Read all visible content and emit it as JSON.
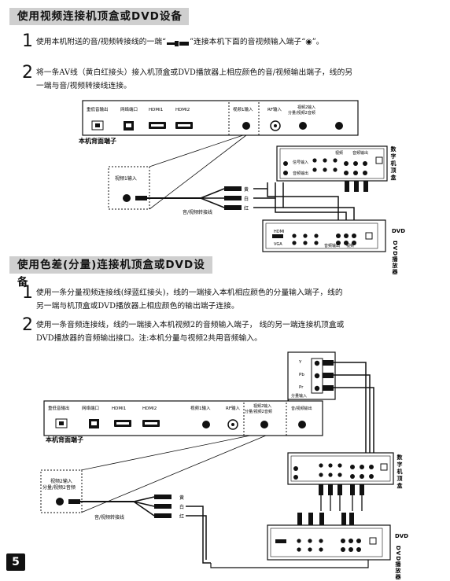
{
  "section1": {
    "title": "使用视频连接机顶盒或DVD设备",
    "step1": {
      "num": "1",
      "text_a": "使用本机附送的音/视频转接线的一端“",
      "text_b": "”连接本机下面的音视频输入端子“◉”。"
    },
    "step2": {
      "num": "2",
      "line1": "将一条AV线（黄白红接头）接入机顶盒或DVD播放器上相应颜色的音/视频输出端子，线的另",
      "line2": "一端与音/视频转接线连接。"
    }
  },
  "diagram1": {
    "panel_labels": [
      "重低音输出",
      "网络端口",
      "HDMI1",
      "HDMI2",
      "视频1输入",
      "RF输入",
      "视频2输入",
      "分量/视频2音频"
    ],
    "back_label": "本机背面端子",
    "zoom_label": "视频1输入",
    "cable_label": "音/视频转接线",
    "colors": [
      "黄",
      "白",
      "红"
    ],
    "stb": {
      "name": "数字机顶盒",
      "labels": [
        "视频",
        "音频输出",
        "信号输入",
        "音频输出"
      ]
    },
    "dvd": {
      "name": "DVD播放器",
      "labels": [
        "HDMI",
        "VGA",
        "视频",
        "音频输出"
      ]
    }
  },
  "section2": {
    "title": "使用色差(分量)连接机顶盒或DVD设备",
    "step1": {
      "num": "1",
      "line1": "使用一条分量视频连接线(绿蓝红接头)，线的一端接入本机相应颜色的分量输入端子，线的",
      "line2": "另一端与机顶盒或DVD播放器上相应颜色的输出端子连接。"
    },
    "step2": {
      "num": "2",
      "line1": "使用一条音频连接线，线的一端接入本机视频2的音频输入端子， 线的另一端连接机顶盒或",
      "line2": "DVD播放器的音频输出接口。注:本机分量与视频2共用音频输入。"
    }
  },
  "diagram2": {
    "panel_labels": [
      "重低音输出",
      "网络端口",
      "HDMI1",
      "HDMI2",
      "视频1输入",
      "RF输入",
      "视频2输入",
      "分量/视频2音频",
      "音/视频输出"
    ],
    "back_label": "本机背面端子",
    "component_labels": [
      "Y",
      "Pb",
      "Pr"
    ],
    "component_title": "分量输入",
    "zoom_label_1": "视频2输入",
    "zoom_label_2": "分量/视频2音频",
    "cable_label": "音/视频转接线",
    "colors": [
      "黄",
      "白",
      "红"
    ],
    "stb": {
      "name": "数字机顶盒"
    },
    "dvd": {
      "name": "DVD播放器"
    }
  },
  "page_number": "5"
}
